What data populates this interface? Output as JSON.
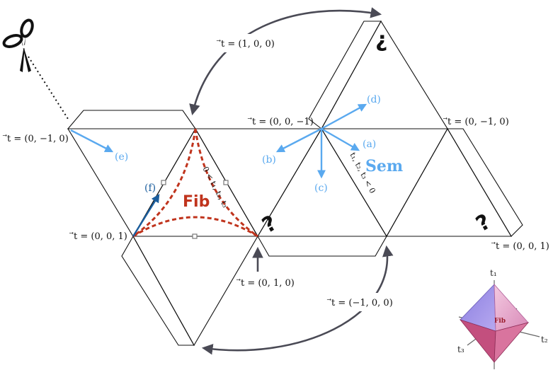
{
  "labels": {
    "t_100": "⃗t = (1, 0, 0)",
    "t_00m1": "⃗t = (0, 0, −1)",
    "t_0m10_right": "⃗t = (0, −1, 0)",
    "t_0m10_left": "⃗t = (0, −1, 0)",
    "t_001_left": "⃗t = (0, 0, 1)",
    "t_001_right": "⃗t = (0, 0, 1)",
    "t_010": "⃗t = (0, 1, 0)",
    "t_m100": "⃗t = (−1, 0, 0)"
  },
  "vectors": {
    "a": "(a)",
    "b": "(b)",
    "c": "(c)",
    "d": "(d)",
    "e": "(e)",
    "f": "(f)"
  },
  "regions": {
    "sem": "Sem",
    "fib": "Fib",
    "sem_inequality": "t₁, t₂, t₃ < 0",
    "fib_inequality": "0 < t₁, t₂, t₃"
  },
  "glyphs": {
    "inverted_question": "¿",
    "question": "?"
  },
  "inset": {
    "axis_t1": "t₁",
    "axis_t2": "t₂",
    "axis_t3": "t₃",
    "fib_label": "Fib"
  },
  "icons": {
    "scissors": "scissors-icon"
  },
  "colors": {
    "sem_blue": "#5aa9ef",
    "fib_red": "#c0341d",
    "arrow_gray": "#4a4a55",
    "vector_dark_blue": "#1b5e9e"
  }
}
